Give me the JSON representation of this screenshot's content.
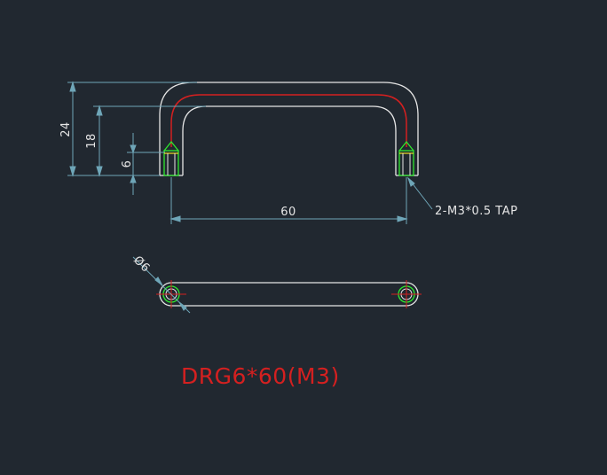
{
  "drawing": {
    "title": "DRG6*60(M3)",
    "dimensions": {
      "height_total": "24",
      "height_inner": "18",
      "thread_depth": "6",
      "span": "60",
      "diameter": "Ø6",
      "tap_note": "2-M3*0.5 TAP"
    }
  },
  "colors": {
    "background": "#212830",
    "outline": "#e6e6e6",
    "centerline": "#d42020",
    "dimension": "#6fa6b8",
    "thread": "#2ee82e",
    "marker": "#f0e020",
    "title": "#d42020"
  }
}
